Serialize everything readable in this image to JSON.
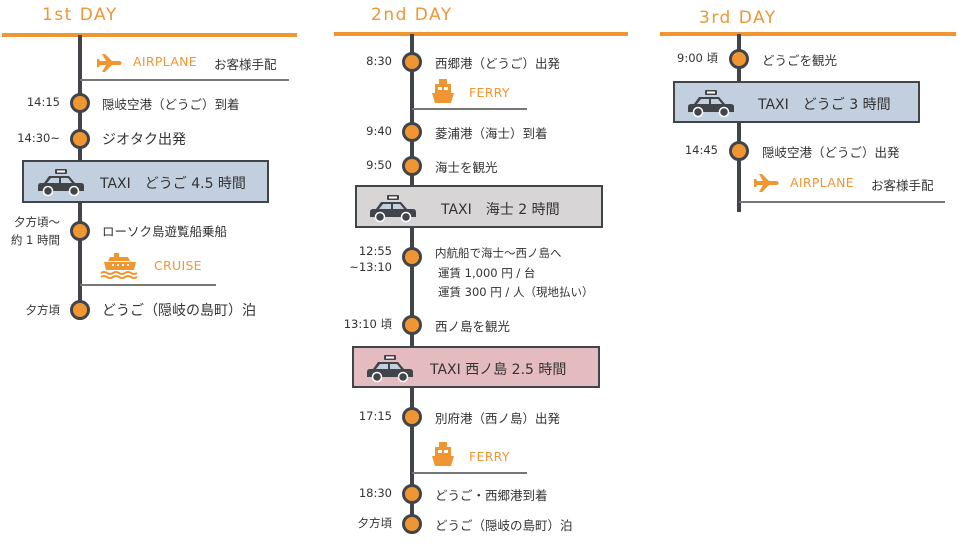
{
  "colors": {
    "accent": "#ef9633",
    "line": "#414449",
    "taxi_blue": "#c1cfdf",
    "taxi_gray": "#d7d5d6",
    "taxi_pink": "#e4bcbf"
  },
  "days": [
    {
      "title": "1st DAY",
      "items": [
        {
          "type": "transport",
          "icon": "airplane-icon",
          "label": "AIRPLANE",
          "note": "お客様手配"
        },
        {
          "type": "event",
          "time": "14:15",
          "text": "隠岐空港（どうご）到着"
        },
        {
          "type": "event",
          "time": "14:30~",
          "text": "ジオタク出発"
        },
        {
          "type": "taxi",
          "icon": "taxi-icon",
          "text": "TAXI　どうご 4.5 時間"
        },
        {
          "type": "event",
          "time": "夕方頃～",
          "time2": "約 1 時間",
          "text": "ローソク島遊覧船乗船"
        },
        {
          "type": "transport",
          "icon": "cruise-ship-icon",
          "label": "CRUISE"
        },
        {
          "type": "event",
          "time": "夕方頃",
          "text": "どうご（隠岐の島町）泊"
        }
      ]
    },
    {
      "title": "2nd DAY",
      "items": [
        {
          "type": "event",
          "time": "8:30",
          "text": "西郷港（どうご）出発"
        },
        {
          "type": "transport",
          "icon": "ferry-icon",
          "label": "FERRY"
        },
        {
          "type": "event",
          "time": "9:40",
          "text": "菱浦港（海士）到着"
        },
        {
          "type": "event",
          "time": "9:50",
          "text": "海士を観光"
        },
        {
          "type": "taxi",
          "icon": "taxi-icon",
          "text": "TAXI　海士  2 時間"
        },
        {
          "type": "event",
          "time": "12:55",
          "time2": "~13:10",
          "text": "内航船で海士～西ノ島へ",
          "lines": [
            "運賃 1,000 円 / 台",
            "運賃 300 円 / 人（現地払い）"
          ]
        },
        {
          "type": "event",
          "time": "13:10 頃",
          "text": "西ノ島を観光"
        },
        {
          "type": "taxi",
          "icon": "taxi-icon",
          "text": "TAXI  西ノ島  2.5 時間"
        },
        {
          "type": "event",
          "time": "17:15",
          "text": "別府港（西ノ島）出発"
        },
        {
          "type": "transport",
          "icon": "ferry-icon",
          "label": "FERRY"
        },
        {
          "type": "event",
          "time": "18:30",
          "text": "どうご・西郷港到着"
        },
        {
          "type": "event",
          "time": "夕方頃",
          "text": "どうご（隠岐の島町）泊"
        }
      ]
    },
    {
      "title": "3rd DAY",
      "items": [
        {
          "type": "event",
          "time": "9:00 頃",
          "text": "どうごを観光"
        },
        {
          "type": "taxi",
          "icon": "taxi-icon",
          "text": "TAXI　どうご  3 時間"
        },
        {
          "type": "event",
          "time": "14:45",
          "text": "隠岐空港（どうご）出発"
        },
        {
          "type": "transport",
          "icon": "airplane-icon",
          "label": "AIRPLANE",
          "note": "お客様手配"
        }
      ]
    }
  ]
}
